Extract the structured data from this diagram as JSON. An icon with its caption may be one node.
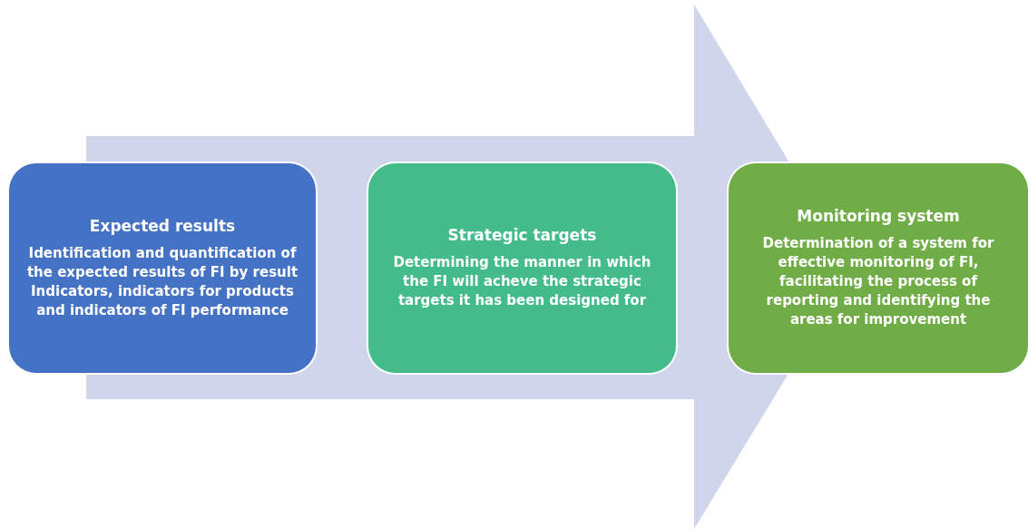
{
  "diagram": {
    "nodes": [
      {
        "text": [
          "Expected results",
          "Identification and quantification of the expected results of FI by result Indicators, indicators for products and indicators of FI performance"
        ]
      },
      {
        "text": [
          "Strategic targets",
          "Determining the manner in which the FI will acheve the strategic targets it has been designed for"
        ]
      },
      {
        "text": [
          "Monitoring system",
          "Determination of a system for effective monitoring of FI, facilitating the process of reporting and identifying the areas for improvement"
        ]
      }
    ],
    "edges": [
      {
        "from": 0,
        "to": 2,
        "arrow": "to"
      }
    ]
  }
}
